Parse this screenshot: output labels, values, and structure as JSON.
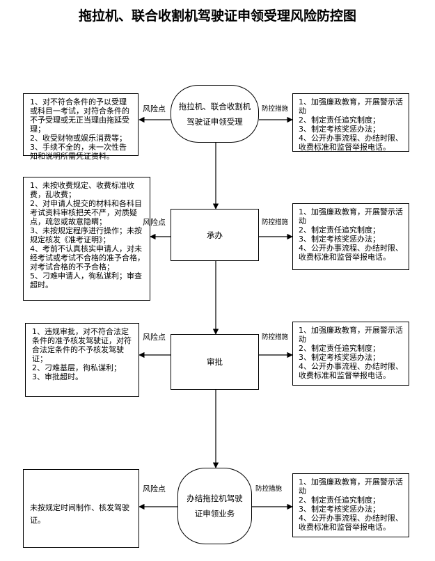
{
  "title": "拖拉机、联合收割机驾驶证申领受理风险防控图",
  "connector_labels": {
    "risk": "风险点",
    "control": "防控措施"
  },
  "stages": [
    {
      "name": "拖拉机、联合收割机驾驶证申领受理",
      "shape": "oval",
      "risks": "1、对不符合条件的予以受理或科目一考试，对符合条件的不予受理或无正当理由拖延受理；\n2、收受财物或娱乐消费等；\n3、手续不全的，未一次性告知和说明所需凭证资料。",
      "controls": "1、加强廉政教育，开展警示活动\n2、制定责任追究制度；\n3、制定考核奖惩办法；\n4、公开办事流程、办结时限、收费标准和监督举报电话。"
    },
    {
      "name": "承办",
      "shape": "rect",
      "risks": "1、未按收费规定、收费标准收费，乱收费；\n2、对申请人提交的材料和各科目考试资料审核把关不严，对质疑点，疏忽或故意隐瞒；\n3、未按规定程序进行操作；未按规定核发《准考证明》；\n4、考前不认真核实申请人，对未经考试或考试不合格的准予合格，对考试合格的不予合格；\n5、刁难申请人，徇私谋利；审查超时。",
      "controls": "1、加强廉政教育，开展警示活动\n2、制定责任追究制度；\n3、制定考核奖惩办法；\n4、公开办事流程、办结时限、收费标准和监督举报电话。"
    },
    {
      "name": "审批",
      "shape": "rect",
      "risks": "1、违规审批，对不符合法定条件的准予核发驾驶证，对符合法定条件的不予核发驾驶证；\n2、刁难基层，徇私谋利；\n3、审批超时。",
      "controls": "1、加强廉政教育，开展警示活动\n2、制定责任追究制度；\n3、制定考核奖惩办法；\n4、公开办事流程、办结时限、收费标准和监督举报电话。"
    },
    {
      "name": "办结拖拉机驾驶证申领业务",
      "shape": "oval",
      "risks": "未按规定时间制作、核发驾驶证。",
      "controls": "1、加强廉政教育，开展警示活动\n2、制定责任追究制度；\n3、制定考核奖惩办法；\n4、公开办事流程、办结时限、收费标准和监督举报电话。"
    }
  ]
}
